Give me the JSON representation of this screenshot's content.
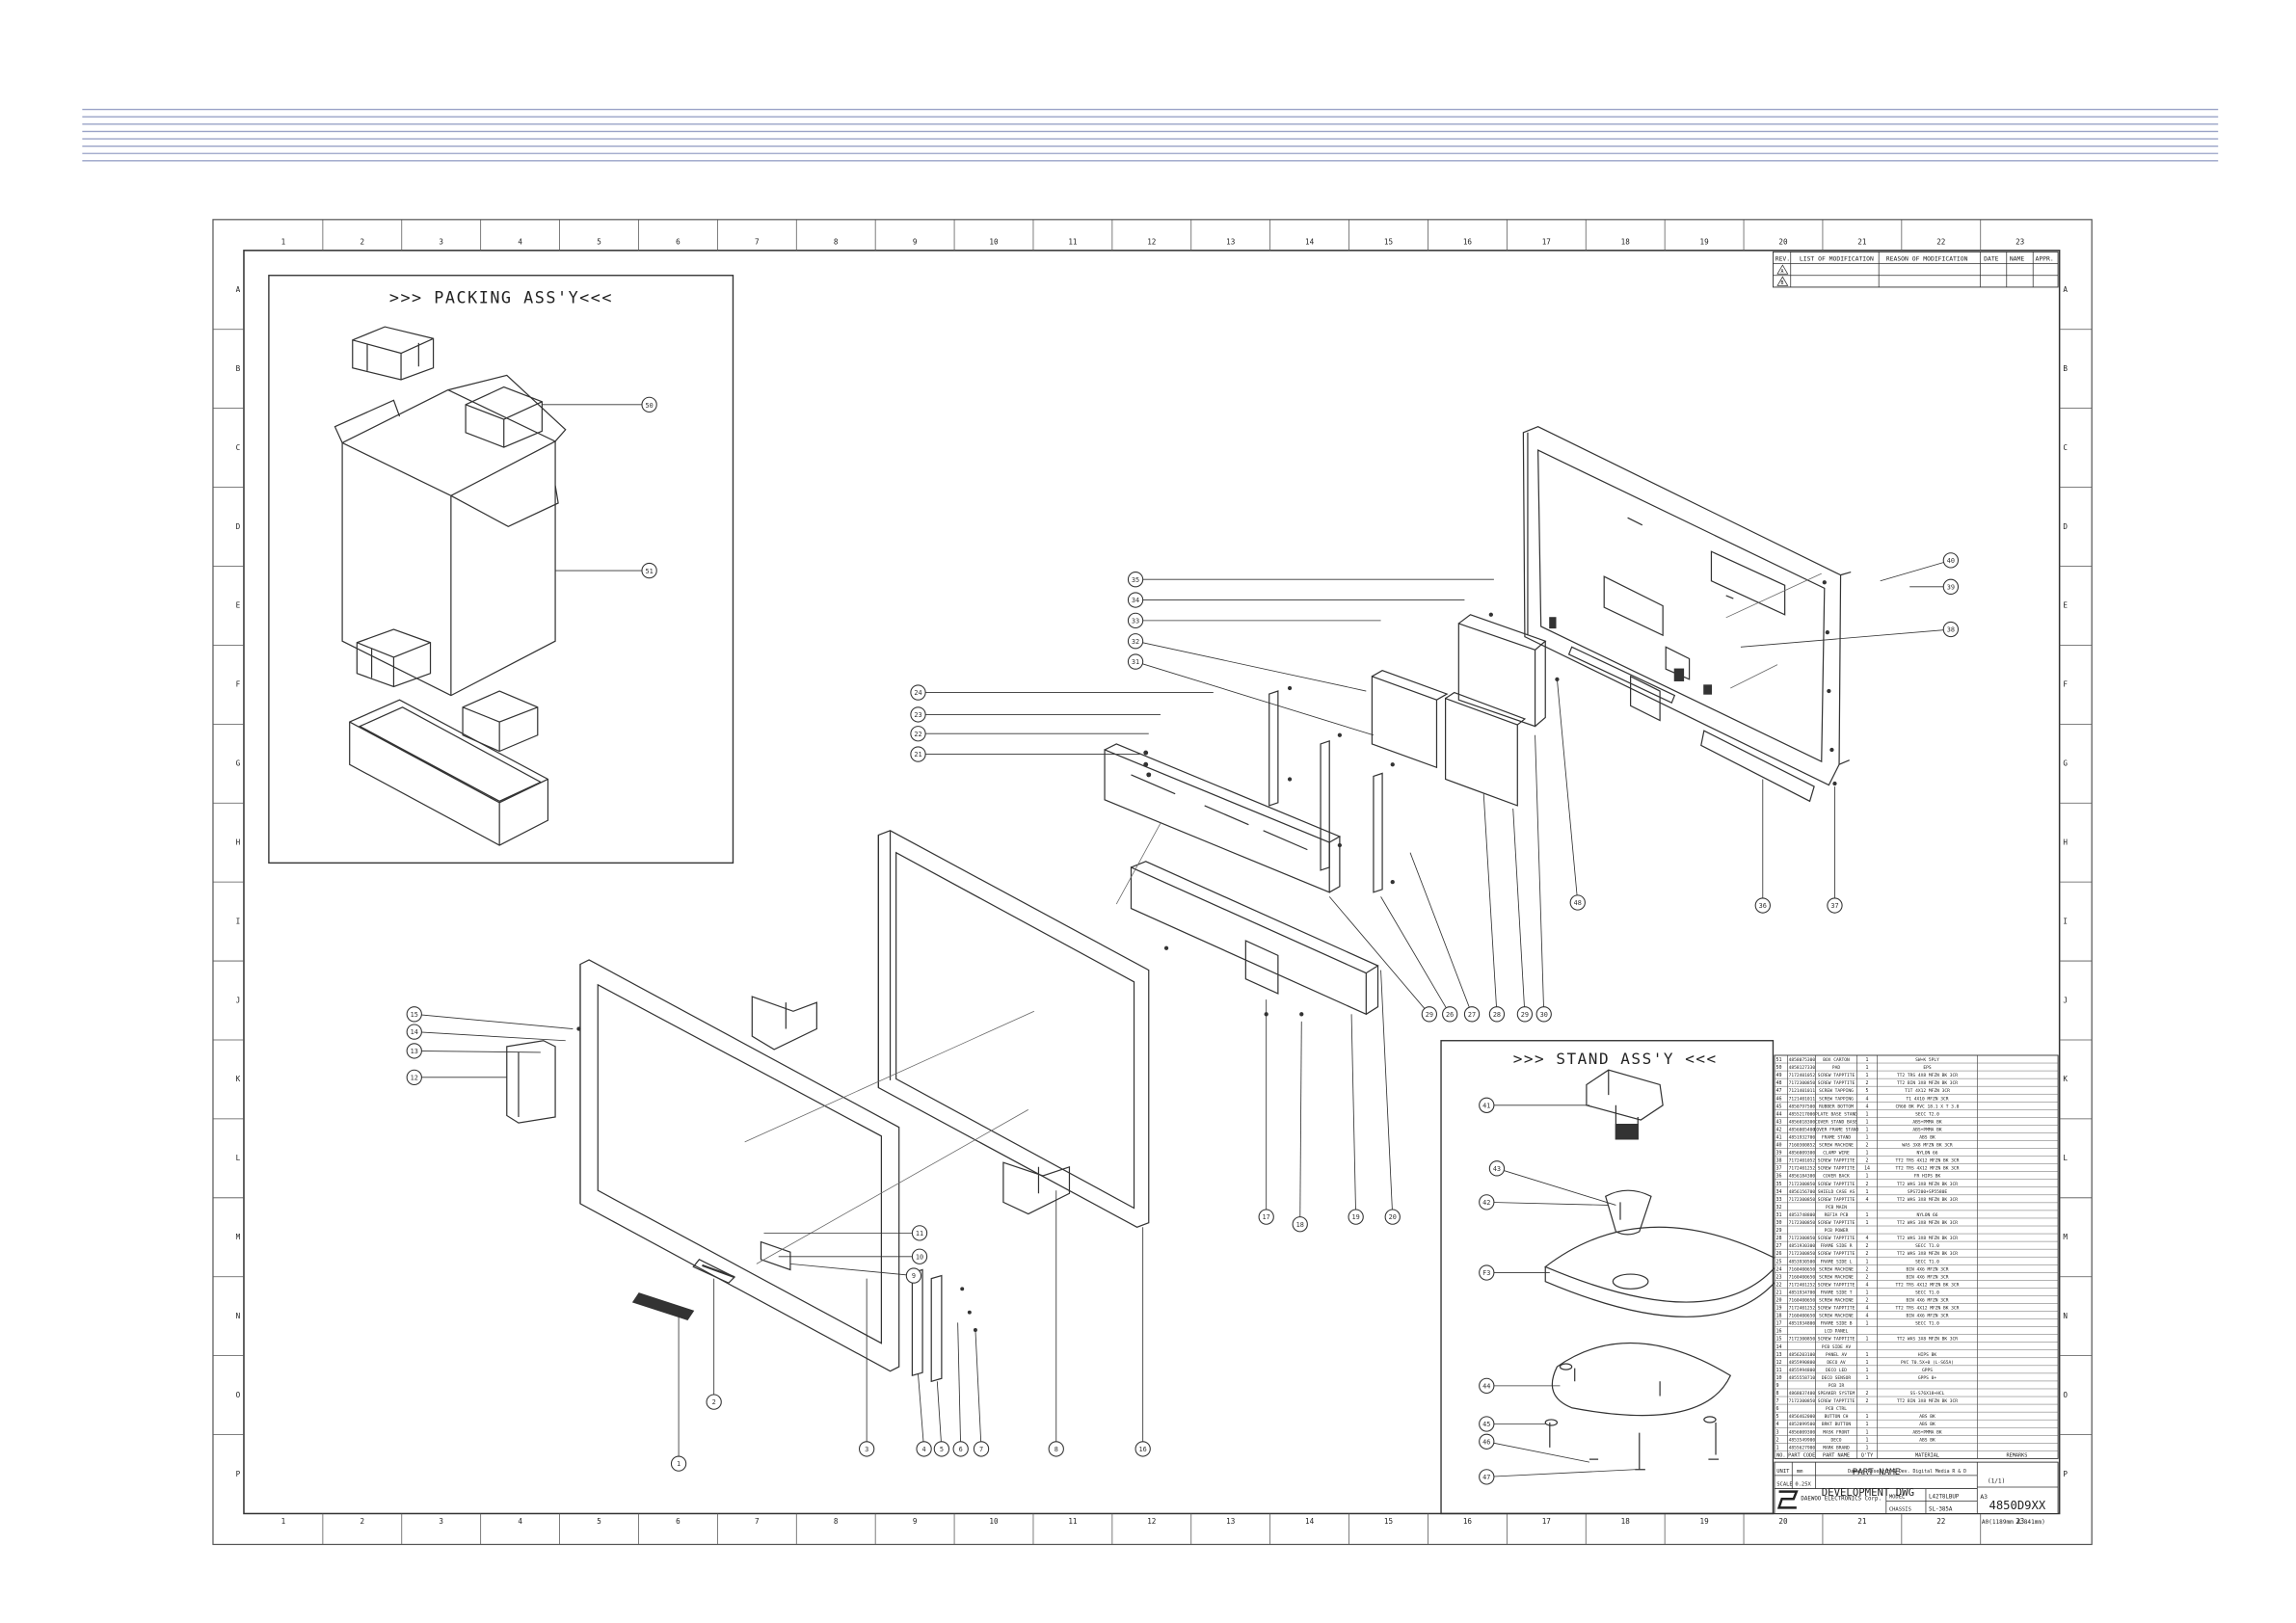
{
  "frame": {
    "columns": [
      "1",
      "2",
      "3",
      "4",
      "5",
      "6",
      "7",
      "8",
      "9",
      "10",
      "11",
      "12",
      "13",
      "14",
      "15",
      "16",
      "17",
      "18",
      "19",
      "20",
      "21",
      "22",
      "23"
    ],
    "rows": [
      "A",
      "B",
      "C",
      "D",
      "E",
      "F",
      "G",
      "H",
      "I",
      "J",
      "K",
      "L",
      "M",
      "N",
      "O",
      "P"
    ]
  },
  "revision_table": {
    "headers": [
      "REV.",
      "LIST OF MODIFICATION",
      "REASON OF MODIFICATION",
      "DATE",
      "NAME",
      "APPR."
    ],
    "rows": [
      "A",
      "B"
    ]
  },
  "packing": {
    "title": ">>> PACKING ASS'Y<<<",
    "callouts": [
      "50",
      "51"
    ]
  },
  "stand": {
    "title": ">>> STAND ASS'Y <<<",
    "callouts": [
      "41",
      "43",
      "42",
      "F3",
      "44",
      "45",
      "46",
      "47"
    ]
  },
  "main_callouts": {
    "left": [
      "15",
      "14",
      "13",
      "12"
    ],
    "mid_upper": [
      "24",
      "23",
      "22",
      "21"
    ],
    "top": [
      "35",
      "34",
      "33",
      "32",
      "31"
    ],
    "right": [
      "40",
      "39",
      "38"
    ],
    "bottom_right": [
      "36",
      "37"
    ],
    "under_chassis": [
      "29",
      "26",
      "27",
      "28",
      "29",
      "30",
      "48"
    ],
    "center_low": [
      "17",
      "18",
      "19",
      "20"
    ],
    "front_parts": [
      "11",
      "10",
      "9"
    ],
    "bottom": [
      "1",
      "2",
      "3",
      "4",
      "5",
      "6",
      "7",
      "8",
      "16"
    ]
  },
  "bom": {
    "headers": [
      "NO.",
      "PART CODE",
      "PART NAME",
      "Q'TY",
      "MATERIAL",
      "REMARKS"
    ],
    "rows": [
      [
        "51",
        "4858075300",
        "BOX CARTON",
        "1",
        "SW+K 5PLY",
        ""
      ],
      [
        "50",
        "4858127330",
        "PAD",
        "1",
        "EPS",
        ""
      ],
      [
        "49",
        "7172401052",
        "SCREW TAPPTITE",
        "1",
        "TT2 TRS 4X8 MFZN BK 3CR",
        ""
      ],
      [
        "48",
        "7172300850",
        "SCREW TAPPTITE",
        "2",
        "TT2 BIN 3X8 MFZN BK 3CR",
        ""
      ],
      [
        "47",
        "7121401011",
        "SCREW TAPPING",
        "5",
        "T1T 4X12 MFZN 3CR",
        ""
      ],
      [
        "46",
        "7121401011",
        "SCREW TAPPING",
        "4",
        "T1 4X10 MFZN 3CR",
        ""
      ],
      [
        "45",
        "4850797500",
        "RUBBER BOTTOM",
        "4",
        "CR60 BK PVC 18.1 X T 3.0",
        ""
      ],
      [
        "44",
        "4855217000",
        "PLATE BASE STAND",
        "1",
        "SECC T2.0",
        ""
      ],
      [
        "43",
        "4856018300",
        "COVER STAND BASE",
        "1",
        "ABS+PMMA BK",
        ""
      ],
      [
        "42",
        "4856005400",
        "COVER FRAME STAND",
        "1",
        "ABS+PMMA BK",
        ""
      ],
      [
        "41",
        "4851932700",
        "FRAME STAND",
        "1",
        "ABS BK",
        ""
      ],
      [
        "40",
        "7160300852",
        "SCREW MACHINE",
        "2",
        "WAS 3X8 MFZN BK 3CR",
        ""
      ],
      [
        "39",
        "4856009300",
        "CLAMP WIRE",
        "1",
        "NYLON 66",
        ""
      ],
      [
        "38",
        "7172401052",
        "SCREW TAPPTITE",
        "2",
        "TT2 TRS 4X12 MFZN BK 3CR",
        ""
      ],
      [
        "37",
        "7172401252",
        "SCREW TAPPTITE",
        "14",
        "TT2 TRS 4X12 MFZN BK 3CR",
        ""
      ],
      [
        "36",
        "4856184300",
        "COVER BACK",
        "1",
        "FR HIPS BK",
        ""
      ],
      [
        "35",
        "7172300850",
        "SCREW TAPPTITE",
        "2",
        "TT2 WAS 3X8 MFZN BK 3CR",
        ""
      ],
      [
        "34",
        "4856156700",
        "SHIELD CASE AS",
        "1",
        "SPS7200+SP5580E",
        ""
      ],
      [
        "33",
        "7172300850",
        "SCREW TAPPTITE",
        "4",
        "TT2 WAS 3X8 MFZN BK 3CR",
        ""
      ],
      [
        "32",
        "",
        "PCB MAIN",
        "",
        "",
        ""
      ],
      [
        "31",
        "4853748800",
        "REFIA PCB",
        "1",
        "NYLON 66",
        ""
      ],
      [
        "30",
        "7172300850",
        "SCREW TAPPTITE",
        "1",
        "TT2 WAS 3X8 MFZN BK 3CR",
        ""
      ],
      [
        "29",
        "",
        "PCB POWER",
        "",
        "",
        ""
      ],
      [
        "28",
        "7172300850",
        "SCREW TAPPTITE",
        "4",
        "TT2 WAS 3X8 MFZN BK 3CR",
        ""
      ],
      [
        "27",
        "4851930300",
        "FRAME SIDE R",
        "2",
        "SECC T1.0",
        ""
      ],
      [
        "26",
        "7172300850",
        "SCREW TAPPTITE",
        "2",
        "TT2 WAS 3X8 MFZN BK 3CR",
        ""
      ],
      [
        "25",
        "4853930500",
        "FRAME SIDE L",
        "1",
        "SECC T1.0",
        ""
      ],
      [
        "24",
        "7160400650",
        "SCREW MACHINE",
        "2",
        "BIN 4X6 MFZN 3CR",
        ""
      ],
      [
        "23",
        "7160400650",
        "SCREW MACHINE",
        "2",
        "BIN 4X6 MFZN 3CR",
        ""
      ],
      [
        "22",
        "7172401252",
        "SCREW TAPPTITE",
        "4",
        "TT2 TRS 4X12 MFZN BK 3CR",
        ""
      ],
      [
        "21",
        "4851934700",
        "FRAME SIDE T",
        "1",
        "SECC T1.0",
        ""
      ],
      [
        "20",
        "7160400650",
        "SCREW MACHINE",
        "2",
        "BIN 4X6 MFZN 3CR",
        ""
      ],
      [
        "19",
        "7172401252",
        "SCREW TAPPTITE",
        "4",
        "TT2 TRS 4X12 MFZN BK 3CR",
        ""
      ],
      [
        "18",
        "7160400650",
        "SCREW MACHINE",
        "4",
        "BIN 4X6 MFZN 3CR",
        ""
      ],
      [
        "17",
        "4851934800",
        "FRAME SIDE B",
        "1",
        "SECC T1.0",
        ""
      ],
      [
        "16",
        "",
        "LCD PANEL",
        "",
        "",
        ""
      ],
      [
        "15",
        "7172300850",
        "SCREW TAPPTITE",
        "1",
        "TT2 WAS 3X8 MFZN BK 3CR",
        ""
      ],
      [
        "14",
        "",
        "PCB SIDE AV",
        "",
        "",
        ""
      ],
      [
        "13",
        "4856203100",
        "PANEL AV",
        "1",
        "HIPS BK",
        ""
      ],
      [
        "12",
        "4855990800",
        "DECO AV",
        "1",
        "PVC T0.5X+0 (L-S65A)",
        ""
      ],
      [
        "11",
        "4855994800",
        "DECO LED",
        "1",
        "GPPS",
        ""
      ],
      [
        "10",
        "4855558710",
        "DECO SENSOR",
        "1",
        "GPPS 0+",
        ""
      ],
      [
        "9",
        "",
        "PCB IR",
        "",
        "",
        ""
      ],
      [
        "8",
        "4868037400",
        "SPEAKER SYSTEM",
        "2",
        "SS-S76X18+HCL",
        ""
      ],
      [
        "7",
        "7172300850",
        "SCREW TAPPTITE",
        "2",
        "TT2 BIN 3X8 MFZN BK 3CR",
        ""
      ],
      [
        "6",
        "",
        "PCB CTRL",
        "",
        "",
        ""
      ],
      [
        "5",
        "4856462000",
        "BUTTON CH",
        "1",
        "ABS BK",
        ""
      ],
      [
        "4",
        "4852099500",
        "BRKT BUTTON",
        "1",
        "ABS BK",
        ""
      ],
      [
        "3",
        "4856009300",
        "MASK FRONT",
        "1",
        "ABS+PMMA BK",
        ""
      ],
      [
        "2",
        "4853549900",
        "DECO",
        "1",
        "ABS BK",
        ""
      ],
      [
        "1",
        "4855627900",
        "MARK BRAND",
        "1",
        "",
        ""
      ]
    ]
  },
  "title_block": {
    "part_name_label": "PART NAME",
    "part_name": "DEVELOPMENT DWG",
    "sheet": "(1/1)",
    "unit_label": "UNIT",
    "unit": "mm",
    "scale_label": "SCALE",
    "scale": "0.25X",
    "company": "DAEWOO ELECTRONICS Corp.",
    "company_sub": "Daewoo Research & Dev. Digital Media R & D",
    "model_label": "MODEL",
    "model": "L42T8LBUP",
    "chassis_label": "CHASSIS",
    "chassis": "SL-385A",
    "size_code": "A3",
    "drawing_no": "4850D9XX",
    "paper": "A0(1189mm X 841mm)"
  }
}
